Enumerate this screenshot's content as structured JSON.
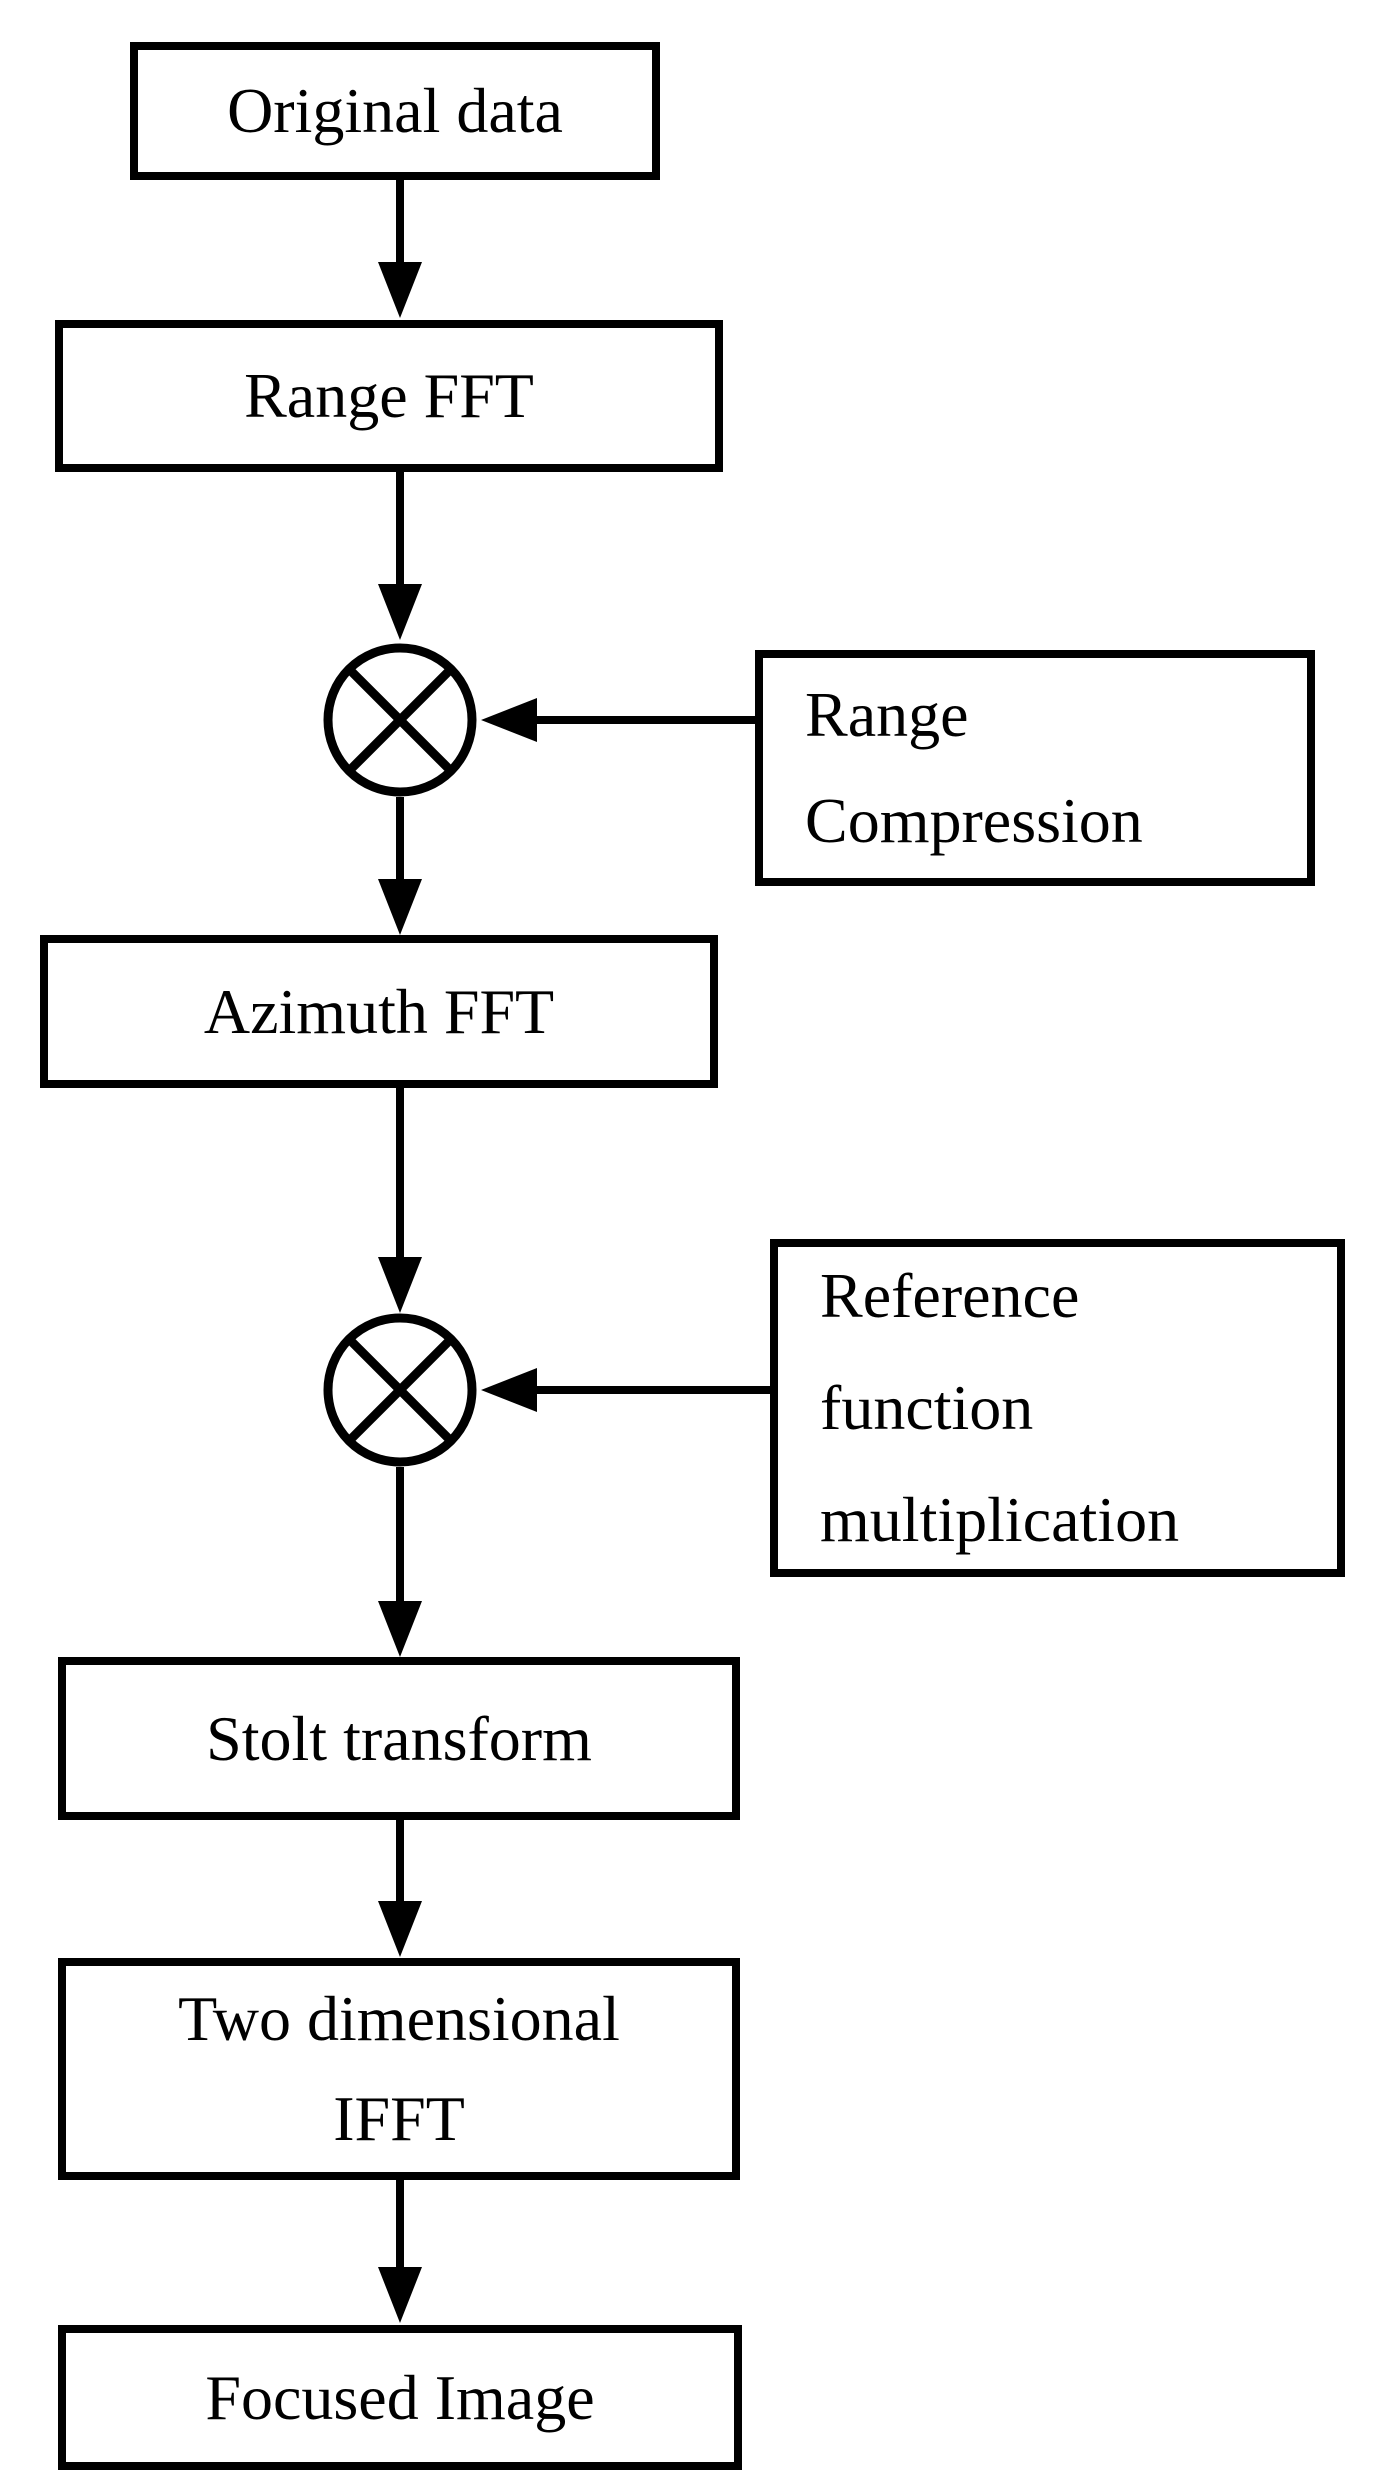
{
  "page": {
    "background_color": "#ffffff",
    "ink_color": "#000000"
  },
  "flowchart": {
    "nodes": {
      "original_data": {
        "label": "Original data"
      },
      "range_fft": {
        "label": "Range FFT"
      },
      "range_compression": {
        "line1": "Range",
        "line2": "Compression"
      },
      "azimuth_fft": {
        "label": "Azimuth FFT"
      },
      "reference_function_multiplication": {
        "line1": "Reference",
        "line2": "function",
        "line3": "multiplication"
      },
      "stolt_transform": {
        "label": "Stolt transform"
      },
      "two_dimensional_ifft": {
        "line1": "Two dimensional",
        "line2": "IFFT"
      },
      "focused_image": {
        "label": "Focused Image"
      }
    },
    "multipliers": [
      {
        "icon": "multiply-circle-icon",
        "symbol": "⊗"
      },
      {
        "icon": "multiply-circle-icon",
        "symbol": "⊗"
      }
    ],
    "edges": [
      {
        "from": "Original data",
        "to": "Range FFT"
      },
      {
        "from": "Range FFT",
        "to": "multiplier-1"
      },
      {
        "from": "Range Compression",
        "to": "multiplier-1"
      },
      {
        "from": "multiplier-1",
        "to": "Azimuth FFT"
      },
      {
        "from": "Azimuth FFT",
        "to": "multiplier-2"
      },
      {
        "from": "Reference function multiplication",
        "to": "multiplier-2"
      },
      {
        "from": "multiplier-2",
        "to": "Stolt transform"
      },
      {
        "from": "Stolt transform",
        "to": "Two dimensional IFFT"
      },
      {
        "from": "Two dimensional IFFT",
        "to": "Focused Image"
      }
    ]
  }
}
